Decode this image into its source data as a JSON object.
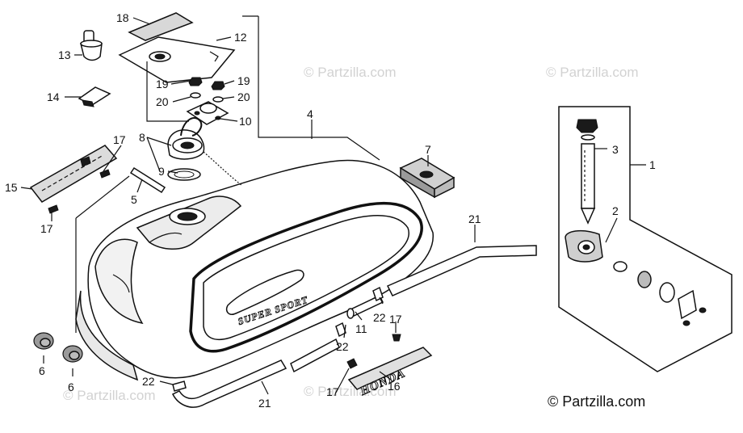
{
  "watermark": "© Partzilla.com",
  "copyright": "© Partzilla.com",
  "decals": {
    "tank_badge": "SUPER SPORT",
    "emblem": "HONDA"
  },
  "callouts": [
    {
      "id": "1",
      "text": "1"
    },
    {
      "id": "2",
      "text": "2"
    },
    {
      "id": "3",
      "text": "3"
    },
    {
      "id": "4",
      "text": "4"
    },
    {
      "id": "5",
      "text": "5"
    },
    {
      "id": "6a",
      "text": "6"
    },
    {
      "id": "6b",
      "text": "6"
    },
    {
      "id": "7",
      "text": "7"
    },
    {
      "id": "8",
      "text": "8"
    },
    {
      "id": "9",
      "text": "9"
    },
    {
      "id": "10",
      "text": "10"
    },
    {
      "id": "11",
      "text": "11"
    },
    {
      "id": "12",
      "text": "12"
    },
    {
      "id": "13",
      "text": "13"
    },
    {
      "id": "14",
      "text": "14"
    },
    {
      "id": "15",
      "text": "15"
    },
    {
      "id": "16",
      "text": "16"
    },
    {
      "id": "17a",
      "text": "17"
    },
    {
      "id": "17b",
      "text": "17"
    },
    {
      "id": "17c",
      "text": "17"
    },
    {
      "id": "17d",
      "text": "17"
    },
    {
      "id": "18",
      "text": "18"
    },
    {
      "id": "19a",
      "text": "19"
    },
    {
      "id": "19b",
      "text": "19"
    },
    {
      "id": "20a",
      "text": "20"
    },
    {
      "id": "20b",
      "text": "20"
    },
    {
      "id": "21a",
      "text": "21"
    },
    {
      "id": "21b",
      "text": "21"
    },
    {
      "id": "22a",
      "text": "22"
    },
    {
      "id": "22b",
      "text": "22"
    },
    {
      "id": "22c",
      "text": "22"
    }
  ]
}
